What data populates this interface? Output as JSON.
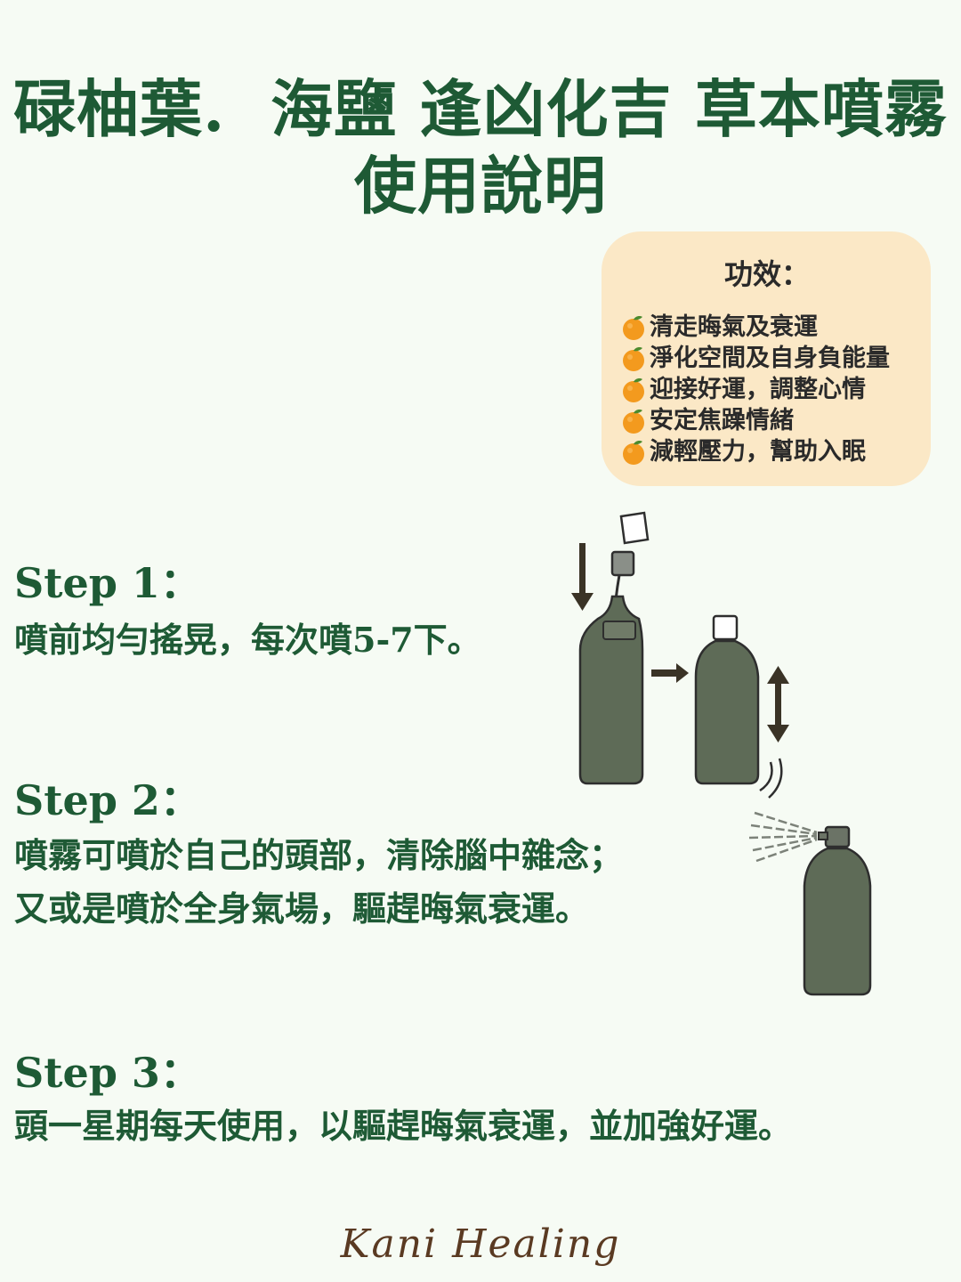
{
  "title": {
    "line1": "碌柚葉.  海鹽 逢凶化吉 草本噴霧",
    "line2": "使用說明"
  },
  "benefits": {
    "heading": "功效：",
    "items": [
      "清走晦氣及衰運",
      "淨化空間及自身負能量",
      "迎接好運，調整心情",
      "安定焦躁情緒",
      "減輕壓力，幫助入眠"
    ],
    "bullet_icon": "tangerine-icon"
  },
  "steps": [
    {
      "label": "Step 1：",
      "lines": [
        "噴前均勻搖晃，每次噴5-7下。"
      ]
    },
    {
      "label": "Step 2：",
      "lines": [
        "噴霧可噴於自己的頭部，清除腦中雜念；",
        "又或是噴於全身氣場，驅趕晦氣衰運。"
      ]
    },
    {
      "label": "Step 3：",
      "lines": [
        "頭一星期每天使用，以驅趕晦氣衰運，並加強好運。"
      ]
    }
  ],
  "brand": "Kani Healing",
  "colors": {
    "background": "#f6fbf4",
    "title_green": "#1e5a35",
    "benefit_box": "#fbe8c6",
    "bottle": "#5e6b57",
    "brand_brown": "#5a3a22"
  }
}
